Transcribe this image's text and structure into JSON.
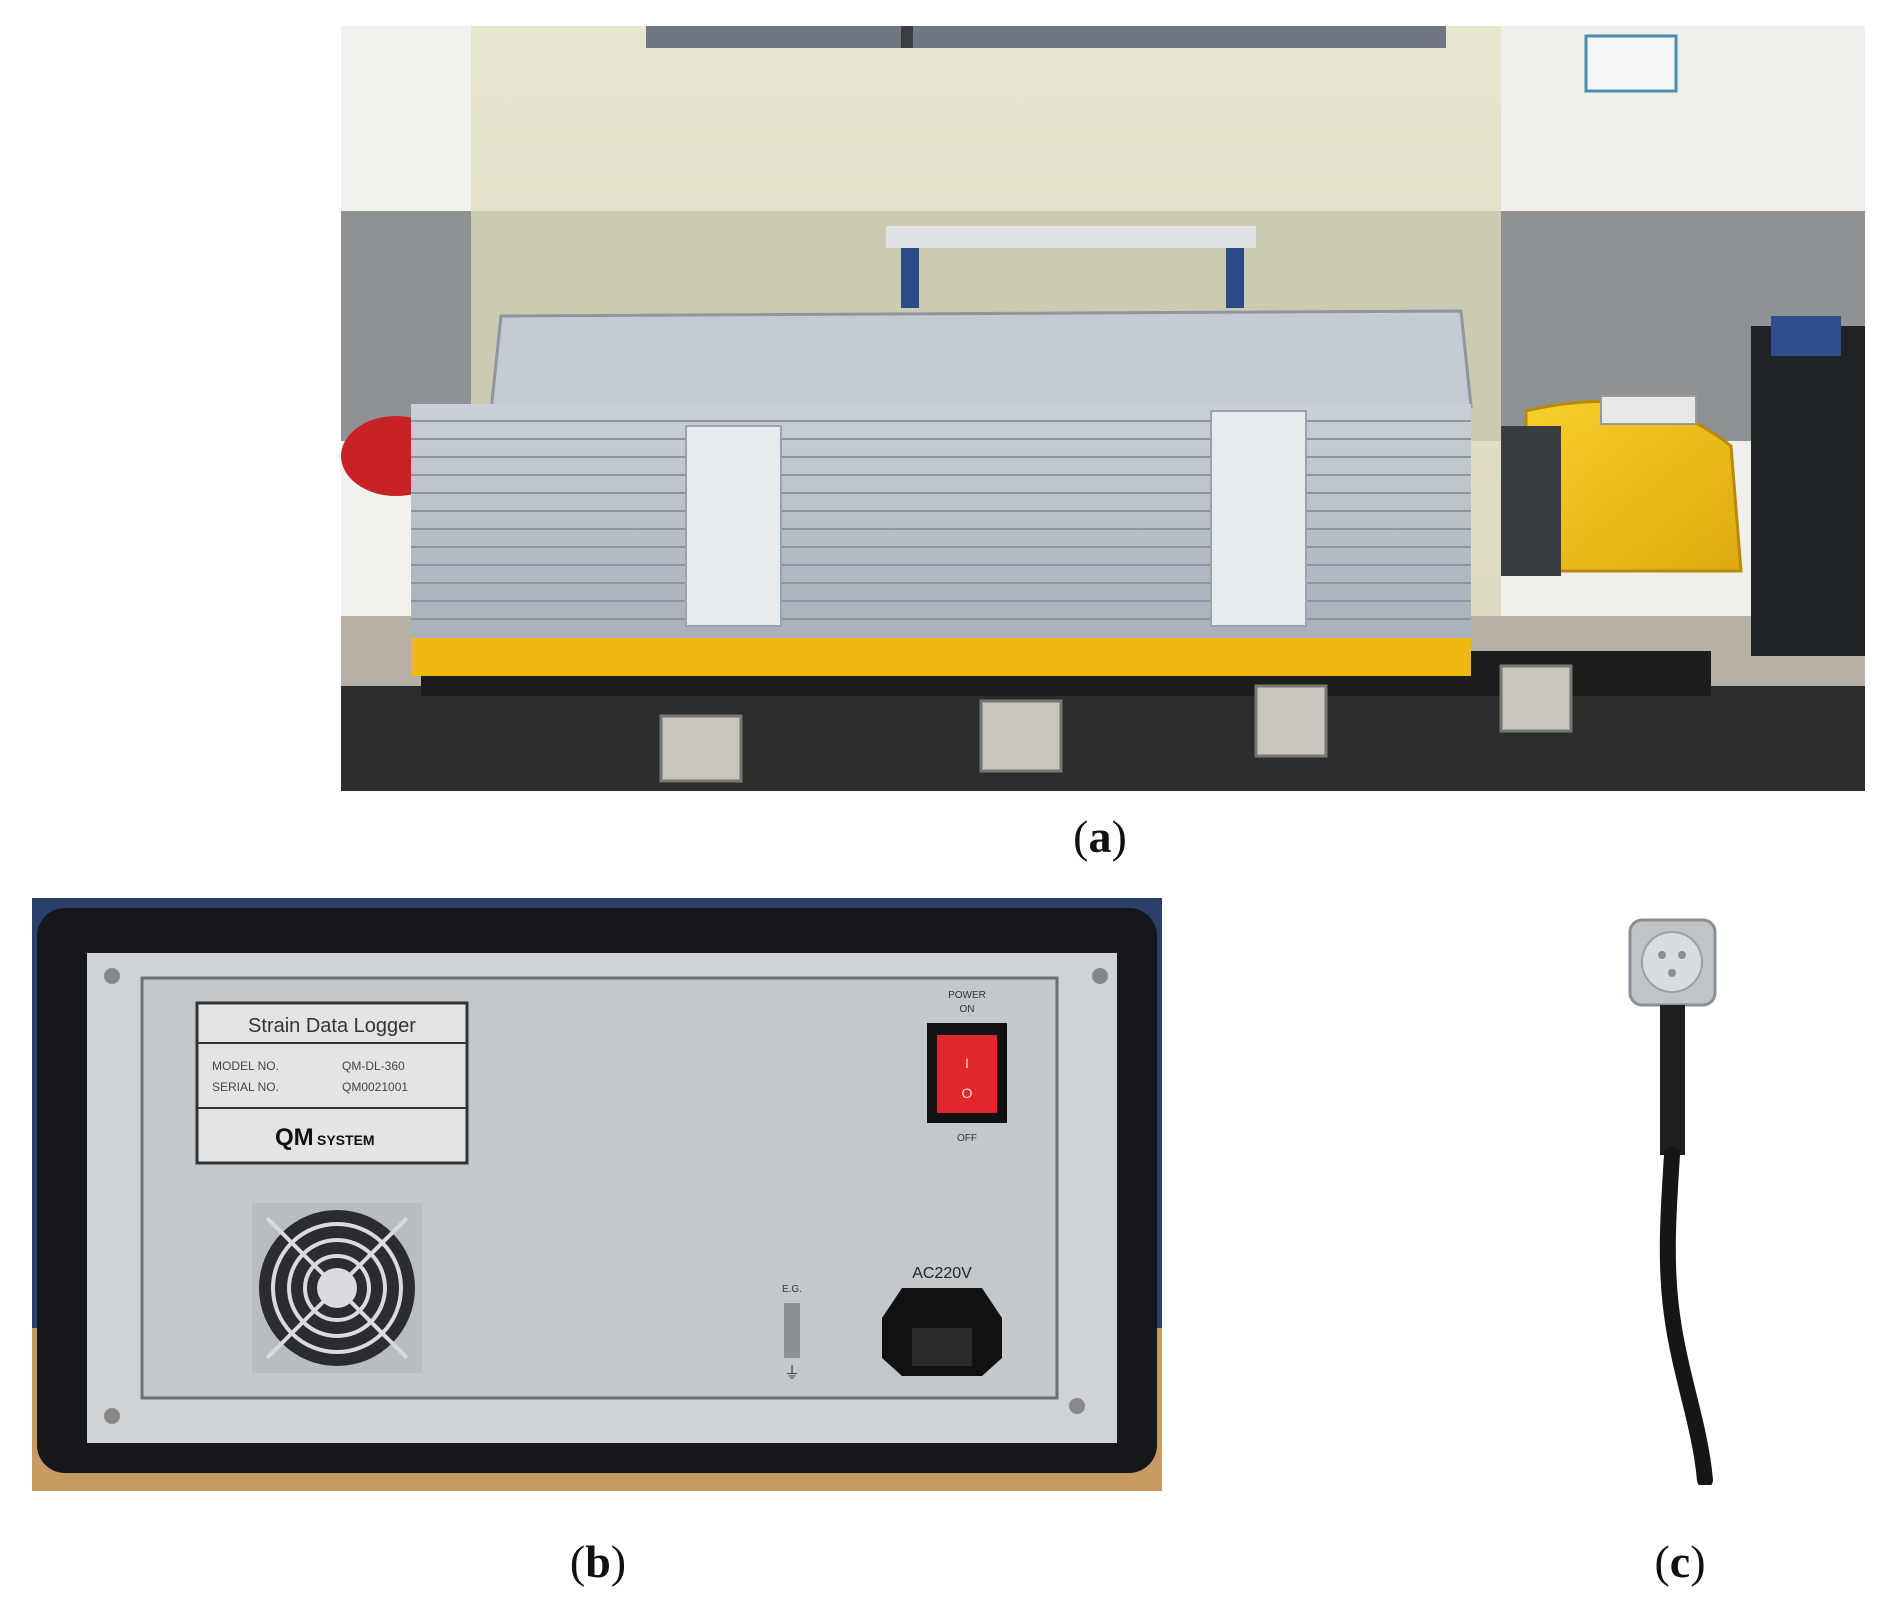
{
  "figures": [
    {
      "id": "a",
      "caption_open": "(",
      "caption_letter": "a",
      "caption_close": ")"
    },
    {
      "id": "b",
      "caption_open": "(",
      "caption_letter": "b",
      "caption_close": ")"
    },
    {
      "id": "c",
      "caption_open": "(",
      "caption_letter": "c",
      "caption_close": ")"
    }
  ],
  "logger_panel": {
    "label_title": "Strain Data Logger",
    "model_label": "MODEL NO.",
    "model_value": "QM-DL-360",
    "serial_label": "SERIAL NO.",
    "serial_value": "QM0021001",
    "brand_mark": "QM",
    "brand_word": "SYSTEM",
    "power_label": "POWER",
    "power_on": "ON",
    "power_off": "OFF",
    "switch_on_mark": "I",
    "switch_off_mark": "O",
    "ac_label": "AC220V",
    "ground_label": "E.G."
  },
  "colors": {
    "rig_yellow": "#f2c01a",
    "frame_aluminum": "#b9c0c8",
    "power_switch_red": "#e0272b",
    "case_black": "#15171a",
    "panel_silver": "#cfd2d6"
  }
}
